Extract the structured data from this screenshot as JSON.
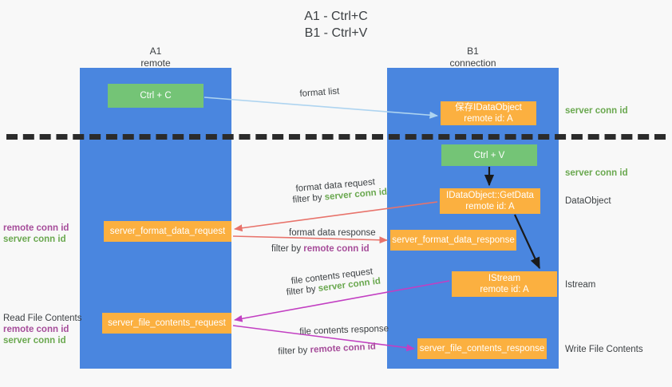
{
  "title": "A1 - Ctrl+C\nB1 - Ctrl+V",
  "columns": {
    "left": {
      "name": "A1",
      "role": "remote",
      "header": "A1\nremote"
    },
    "right": {
      "name": "B1",
      "role": "connection",
      "header": "B1\nconnection"
    }
  },
  "nodes": {
    "ctrl_c": "Ctrl + C",
    "save_dataobject": "保存IDataObject\nremote id: A",
    "ctrl_v": "Ctrl + V",
    "getdata": "IDataObject::GetData\nremote id: A",
    "istream": "IStream\nremote id: A",
    "server_format_data_request": "server_format_data_request",
    "server_format_data_response": "server_format_data_response",
    "server_file_contents_request": "server_file_contents_request",
    "server_file_contents_response": "server_file_contents_response"
  },
  "edge_labels": {
    "format_list": "format list",
    "format_data_request": "format data request",
    "format_data_request_filter_prefix": "filter by ",
    "format_data_request_filter_key": "server conn id",
    "format_data_response": "format data response",
    "format_data_response_filter_prefix": "filter by ",
    "format_data_response_filter_key": "remote conn id",
    "file_contents_request": "file contents request",
    "file_contents_request_filter_prefix": "filter by ",
    "file_contents_request_filter_key": "server conn id",
    "file_contents_response": "file contents response",
    "file_contents_response_filter_prefix": "filter by ",
    "file_contents_response_filter_key": "remote conn id"
  },
  "right_notes": {
    "server_conn_id_top": "server conn id",
    "server_conn_id_mid": "server conn id",
    "dataobject": "DataObject",
    "istream": "Istream",
    "write_file_contents": "Write File Contents"
  },
  "left_notes": {
    "format_remote": "remote conn id",
    "format_server": "server conn id",
    "read_file_contents": "Read File Contents",
    "file_remote": "remote conn id",
    "file_server": "server conn id"
  },
  "colors": {
    "lane": "#4a86df",
    "node_green": "#74c476",
    "node_orange": "#fbb040",
    "arrow_light_blue": "#aed4f0",
    "arrow_red": "#e8736b",
    "arrow_magenta": "#c23fc2",
    "arrow_black": "#1a1a1a",
    "text_green": "#6aa84f",
    "text_purple": "#a64d9a",
    "background": "#f8f8f8",
    "dashed_line": "#2b2b2b"
  }
}
